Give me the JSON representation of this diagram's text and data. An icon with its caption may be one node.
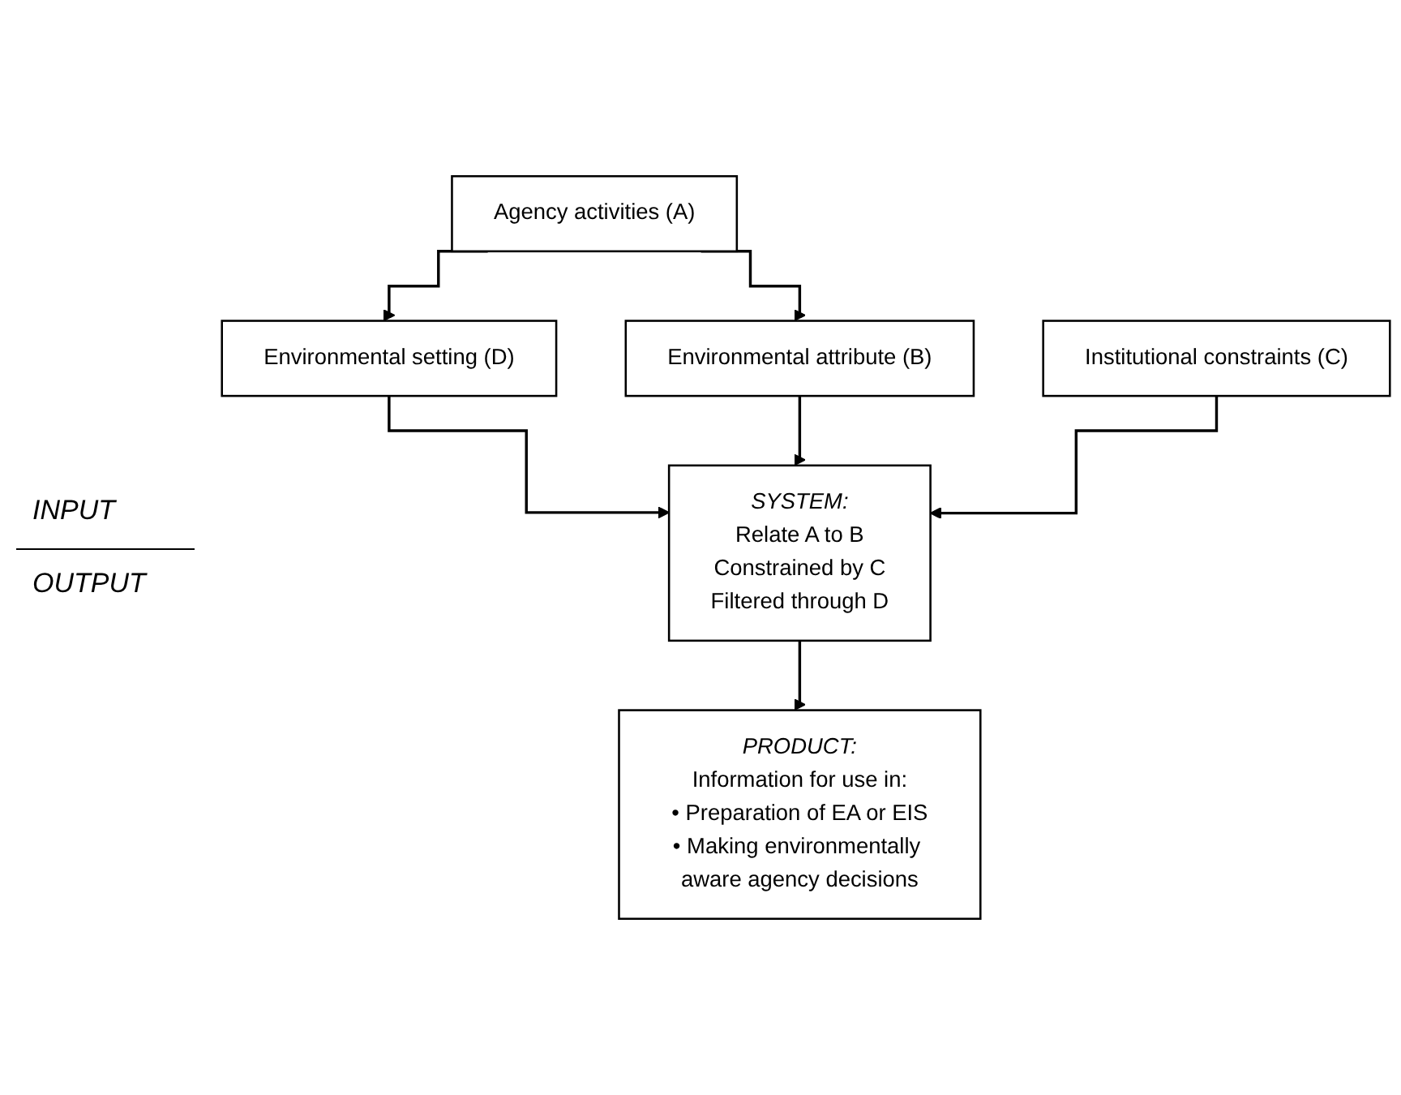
{
  "diagram": {
    "nodes": [
      {
        "text": [
          "Agency activities (A)"
        ]
      },
      {
        "text": [
          "Environmental setting (D)"
        ]
      },
      {
        "text": [
          "Environmental attribute (B)"
        ]
      },
      {
        "text": [
          "Institutional constraints (C)"
        ]
      },
      {
        "text": [
          "SYSTEM:",
          "Relate A to B",
          "Constrained by C",
          "Filtered through D"
        ]
      },
      {
        "text": [
          "PRODUCT:",
          "Information for use in:",
          "• Preparation of EA or EIS",
          "• Making environmentally aware agency decisions"
        ]
      }
    ],
    "edges": [
      {
        "from": 0,
        "to": 1,
        "arrow": "to"
      },
      {
        "from": 0,
        "to": 2,
        "arrow": "to"
      },
      {
        "from": 1,
        "to": 4,
        "arrow": "to"
      },
      {
        "from": 2,
        "to": 4,
        "arrow": "to"
      },
      {
        "from": 3,
        "to": 4,
        "arrow": "to"
      },
      {
        "from": 4,
        "to": 5,
        "arrow": "to"
      }
    ],
    "labels": [
      "INPUT",
      "OUTPUT"
    ]
  }
}
